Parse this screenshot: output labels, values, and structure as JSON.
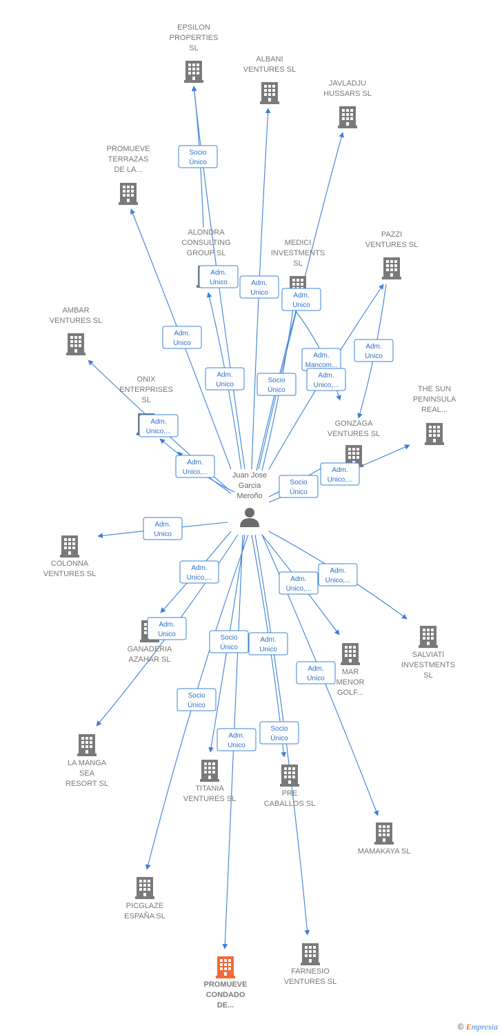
{
  "person": {
    "name_lines": [
      "Juan Jose",
      "Garcia",
      "Meroño"
    ]
  },
  "colors": {
    "edge": "#3b80d6",
    "node": "#7a7a7a",
    "highlight": "#f26a3a"
  },
  "companies": [
    {
      "id": "epsilon",
      "lines": [
        "EPSILON",
        "PROPERTIES",
        "SL"
      ]
    },
    {
      "id": "albani",
      "lines": [
        "ALBANI",
        "VENTURES  SL"
      ]
    },
    {
      "id": "javladju",
      "lines": [
        "JAVLADJU",
        "HUSSARS  SL"
      ]
    },
    {
      "id": "promueve-terrazas",
      "lines": [
        "PROMUEVE",
        "TERRAZAS",
        "DE LA..."
      ]
    },
    {
      "id": "alondra",
      "lines": [
        "ALONDRA",
        "CONSULTING",
        "GROUP  SL"
      ]
    },
    {
      "id": "medici",
      "lines": [
        "MEDICI",
        "INVESTMENTS",
        "SL"
      ]
    },
    {
      "id": "pazzi",
      "lines": [
        "PAZZI",
        "VENTURES  SL"
      ]
    },
    {
      "id": "ambar",
      "lines": [
        "AMBAR",
        "VENTURES  SL"
      ]
    },
    {
      "id": "onix",
      "lines": [
        "ONIX",
        "ENTERPRISES",
        "SL"
      ]
    },
    {
      "id": "the-sun",
      "lines": [
        "THE SUN",
        "PENINSULA",
        "REAL..."
      ]
    },
    {
      "id": "gonzaga",
      "lines": [
        "GONZAGA",
        "VENTURES  SL"
      ]
    },
    {
      "id": "colonna",
      "lines": [
        "COLONNA",
        "VENTURES  SL"
      ]
    },
    {
      "id": "ganaderia",
      "lines": [
        "GANADERIA",
        "AZAHAR SL"
      ]
    },
    {
      "id": "salviati",
      "lines": [
        "SALVIATI",
        "INVESTMENTS",
        "SL"
      ]
    },
    {
      "id": "mar-menor",
      "lines": [
        "MAR",
        "MENOR",
        "GOLF..."
      ]
    },
    {
      "id": "la-manga",
      "lines": [
        "LA MANGA",
        "SEA",
        "RESORT SL"
      ]
    },
    {
      "id": "titania",
      "lines": [
        "TITANIA",
        "VENTURES  SL"
      ]
    },
    {
      "id": "pre-caballos",
      "lines": [
        "PRE",
        "CABALLOS  SL"
      ]
    },
    {
      "id": "mamakaya",
      "lines": [
        "MAMAKAYA  SL"
      ]
    },
    {
      "id": "picglaze",
      "lines": [
        "PICGLAZE",
        "ESPAÑA  SL"
      ]
    },
    {
      "id": "promueve-condado",
      "lines": [
        "PROMUEVE",
        "CONDADO",
        "DE..."
      ],
      "highlight": true
    },
    {
      "id": "farnesio",
      "lines": [
        "FARNESIO",
        "VENTURES  SL"
      ]
    }
  ],
  "badges": [
    {
      "id": "b-epsilon",
      "lines": [
        "Socio",
        "Único"
      ]
    },
    {
      "id": "b-albani",
      "lines": [
        "Adm.",
        "Unico"
      ]
    },
    {
      "id": "b-alondra",
      "lines": [
        "Adm.",
        "Unico"
      ]
    },
    {
      "id": "b-medici",
      "lines": [
        "Adm.",
        "Unico"
      ]
    },
    {
      "id": "b-terrazas",
      "lines": [
        "Adm.",
        "Unico"
      ]
    },
    {
      "id": "b-alondra2",
      "lines": [
        "Adm.",
        "Unico"
      ]
    },
    {
      "id": "b-mancom",
      "lines": [
        "Adm.",
        "Mancom..."
      ]
    },
    {
      "id": "b-medici2",
      "lines": [
        "Adm.",
        "Unico,..."
      ]
    },
    {
      "id": "b-pazzi",
      "lines": [
        "Adm.",
        "Unico"
      ]
    },
    {
      "id": "b-javladju",
      "lines": [
        "Socio",
        "Único"
      ]
    },
    {
      "id": "b-ambar",
      "lines": [
        "Adm.",
        "Unico,..."
      ]
    },
    {
      "id": "b-onix",
      "lines": [
        "Adm.",
        "Unico,..."
      ]
    },
    {
      "id": "b-sun",
      "lines": [
        "Adm.",
        "Unico,..."
      ]
    },
    {
      "id": "b-gonzaga",
      "lines": [
        "Socio",
        "Único"
      ]
    },
    {
      "id": "b-colonna",
      "lines": [
        "Adm.",
        "Unico"
      ]
    },
    {
      "id": "b-ganaderia",
      "lines": [
        "Adm.",
        "Unico,..."
      ]
    },
    {
      "id": "b-lamanga",
      "lines": [
        "Adm.",
        "Unico"
      ]
    },
    {
      "id": "b-marmenor",
      "lines": [
        "Adm.",
        "Unico,..."
      ]
    },
    {
      "id": "b-salviati",
      "lines": [
        "Adm.",
        "Unico,..."
      ]
    },
    {
      "id": "b-titania",
      "lines": [
        "Socio",
        "Único"
      ]
    },
    {
      "id": "b-precab",
      "lines": [
        "Adm.",
        "Unico"
      ]
    },
    {
      "id": "b-picglaze",
      "lines": [
        "Socio",
        "Único"
      ]
    },
    {
      "id": "b-condado",
      "lines": [
        "Adm.",
        "Unico"
      ]
    },
    {
      "id": "b-farnesio",
      "lines": [
        "Socio",
        "Único"
      ]
    },
    {
      "id": "b-mamakaya",
      "lines": [
        "Adm.",
        "Unico"
      ]
    }
  ],
  "footer": {
    "copyright": "©",
    "brand_e": "E",
    "brand_rest": "mpresia"
  }
}
